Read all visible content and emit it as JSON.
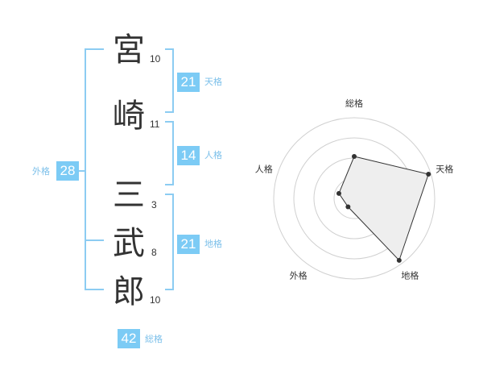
{
  "name_chars": [
    {
      "char": "宮",
      "strokes": "10"
    },
    {
      "char": "崎",
      "strokes": "11"
    },
    {
      "char": "三",
      "strokes": "3"
    },
    {
      "char": "武",
      "strokes": "8"
    },
    {
      "char": "郎",
      "strokes": "10"
    }
  ],
  "kakusu": {
    "tenkaku": {
      "value": "21",
      "label": "天格"
    },
    "jinkaku": {
      "value": "14",
      "label": "人格"
    },
    "chikaku": {
      "value": "21",
      "label": "地格"
    },
    "gaikaku": {
      "value": "28",
      "label": "外格"
    },
    "soukaku": {
      "value": "42",
      "label": "総格"
    }
  },
  "colors": {
    "accent": "#7ccbf5",
    "bracket": "#8cccf2",
    "text": "#333333"
  },
  "chart_data": {
    "type": "radar",
    "axes": [
      "総格",
      "天格",
      "地格",
      "外格",
      "人格"
    ],
    "values": [
      0.52,
      0.97,
      0.95,
      0.13,
      0.2
    ],
    "rings": 4,
    "max": 1
  }
}
